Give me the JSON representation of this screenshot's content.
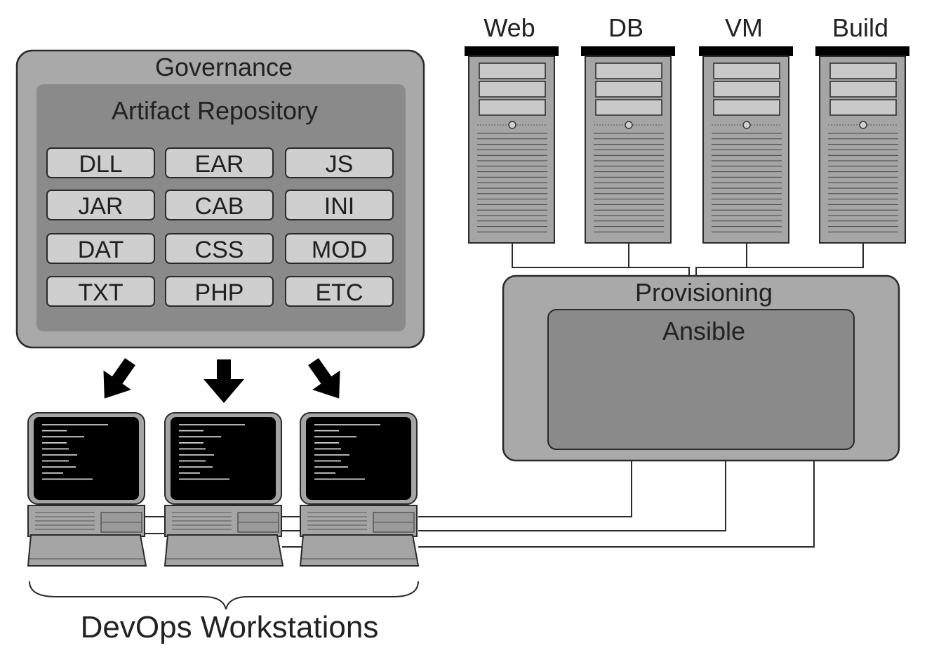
{
  "governance": {
    "title": "Governance",
    "repository": {
      "title": "Artifact Repository",
      "artifacts": [
        "DLL",
        "EAR",
        "JS",
        "JAR",
        "CAB",
        "INI",
        "DAT",
        "CSS",
        "MOD",
        "TXT",
        "PHP",
        "ETC"
      ]
    }
  },
  "servers": [
    {
      "label": "Web"
    },
    {
      "label": "DB"
    },
    {
      "label": "VM"
    },
    {
      "label": "Build"
    }
  ],
  "provisioning": {
    "title": "Provisioning",
    "tool": "Ansible"
  },
  "workstations": {
    "caption": "DevOps Workstations",
    "count": 3
  },
  "colors": {
    "outer_box": "#a9a9a9",
    "inner_box": "#8a8a8a",
    "chip": "#cfcfcf",
    "server_body": "#a5a5a5",
    "screen": "#000000",
    "stroke": "#2a2a2a"
  }
}
